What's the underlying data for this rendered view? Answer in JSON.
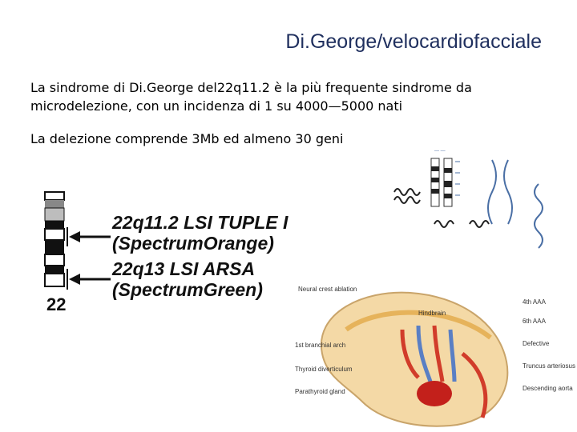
{
  "slide": {
    "title": "Di.George/velocardiofacciale",
    "paragraph1": "La sindrome di Di.George del22q11.2 è la più frequente sindrome da microdelezione, con un incidenza di 1 su 4000—5000 nati",
    "paragraph2": "La delezione comprende 3Mb ed almeno 30 geni"
  },
  "fish_figure": {
    "probe1_name": "22q11.2 LSI TUPLE I",
    "probe1_color": "(SpectrumOrange)",
    "probe2_name": "22q13 LSI ARSA",
    "probe2_color": "(SpectrumGreen)",
    "chromosome_label": "22"
  },
  "embryo_figure": {
    "labels_left": [
      "Neural crest ablation",
      "1st branchial arch",
      "Thyroid diverticulum",
      "Parathyroid gland"
    ],
    "labels_right": [
      "4th AAA",
      "6th AAA",
      "Defective",
      "Truncus arteriosus",
      "Descending aorta"
    ],
    "label_center": "Hindbrain"
  }
}
